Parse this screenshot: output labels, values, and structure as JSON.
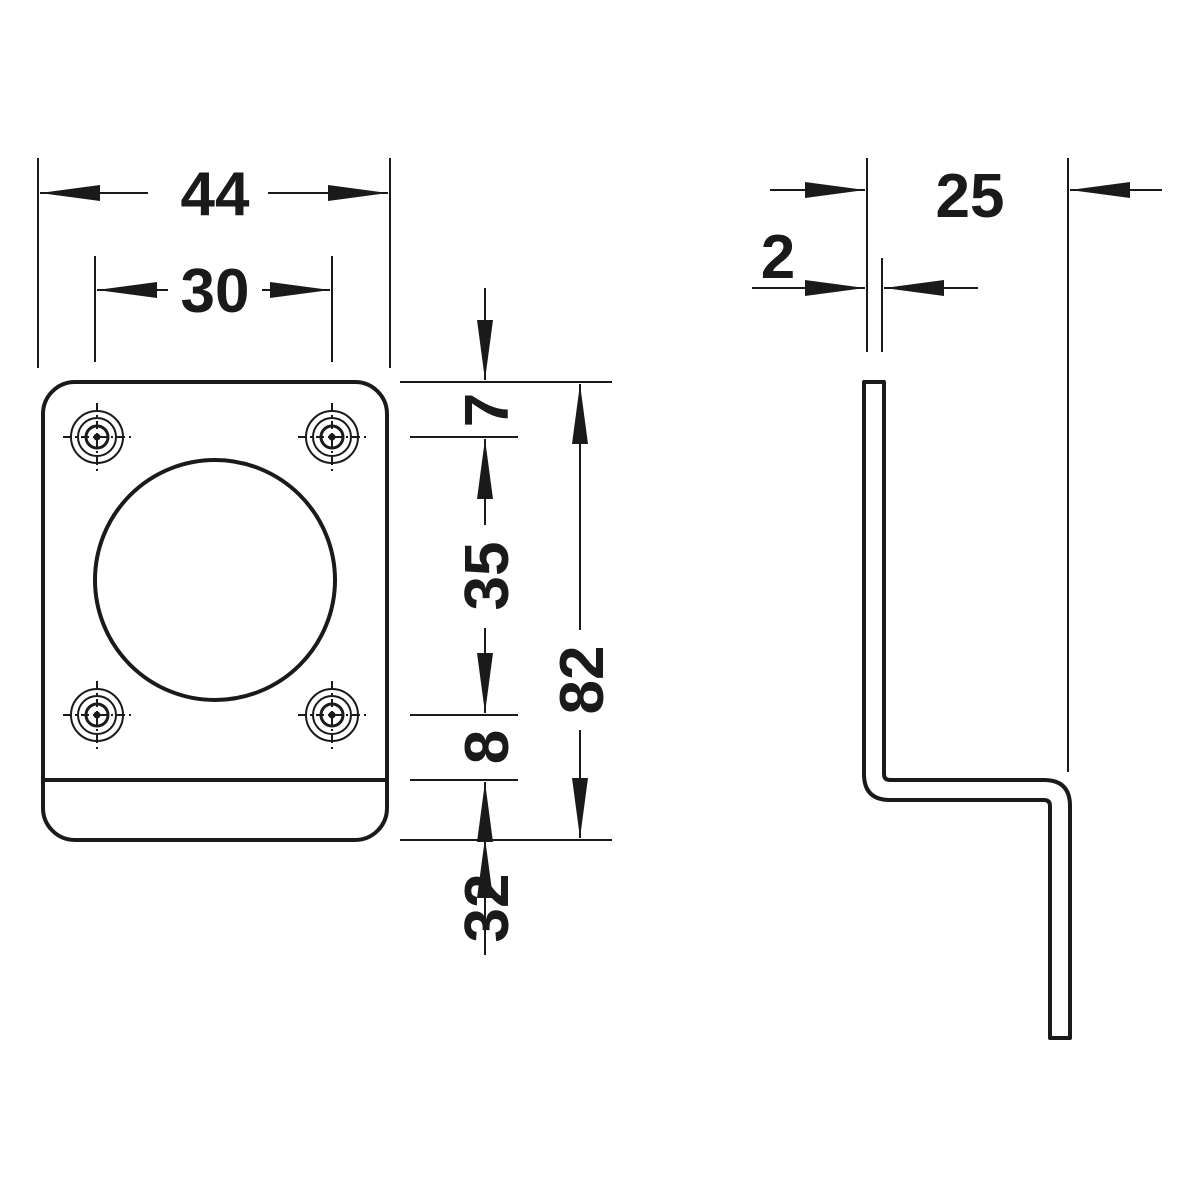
{
  "colors": {
    "ink": "#1a1a1a",
    "background": "#ffffff"
  },
  "dimensions": {
    "overall_width": "44",
    "hole_spacing_width": "30",
    "top_margin": "7",
    "hole_spacing_height": "35",
    "gap_to_fold": "8",
    "lower_section": "32",
    "overall_height": "82",
    "material_thickness": "2",
    "projection_depth": "25"
  }
}
